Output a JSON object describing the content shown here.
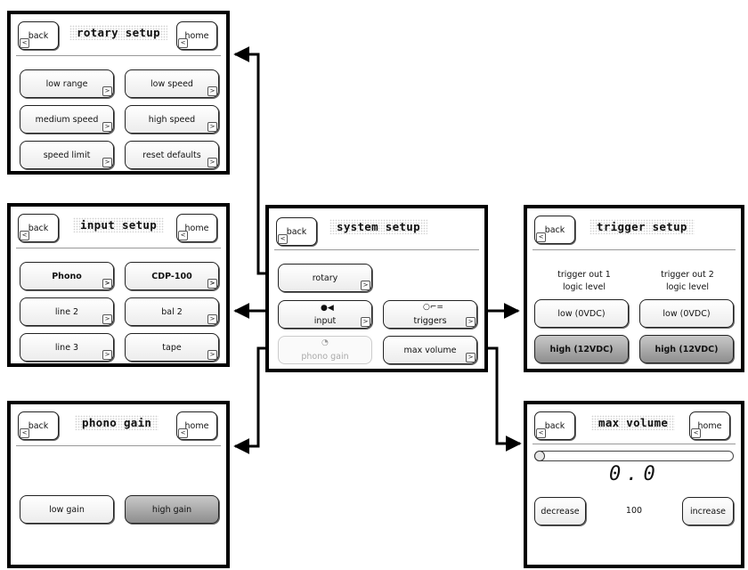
{
  "common": {
    "back": "back",
    "home": "home",
    "arrow_right": ">",
    "arrow_left": "<"
  },
  "rotary_setup": {
    "title": "rotary setup",
    "buttons": [
      "low range",
      "low speed",
      "medium speed",
      "high speed",
      "speed limit",
      "reset defaults"
    ]
  },
  "input_setup": {
    "title": "input setup",
    "buttons": [
      "Phono",
      "CDP-100",
      "line 2",
      "bal 2",
      "line 3",
      "tape"
    ]
  },
  "phono_gain": {
    "title": "phono gain",
    "buttons": [
      "low gain",
      "high gain"
    ],
    "selected": "high gain"
  },
  "system_setup": {
    "title": "system setup",
    "buttons": [
      "rotary",
      "input",
      "triggers",
      "phono gain",
      "max volume"
    ],
    "disabled": "phono gain"
  },
  "trigger_setup": {
    "title": "trigger setup",
    "col1_label": [
      "trigger out 1",
      "logic level"
    ],
    "col2_label": [
      "trigger out 2",
      "logic level"
    ],
    "low_label": "low (0VDC)",
    "high_label": "high (12VDC)",
    "selected": "high"
  },
  "max_volume": {
    "title": "max volume",
    "display": "0.0",
    "slider_level": 0,
    "decrease": "decrease",
    "increase": "increase",
    "value": "100"
  },
  "colors": {
    "border": "#000000",
    "selected_fill": "#9a9a9a",
    "disabled_text": "#aaaaaa"
  },
  "icons": [
    "speaker-icon",
    "trigger-icon",
    "knob-icon"
  ]
}
